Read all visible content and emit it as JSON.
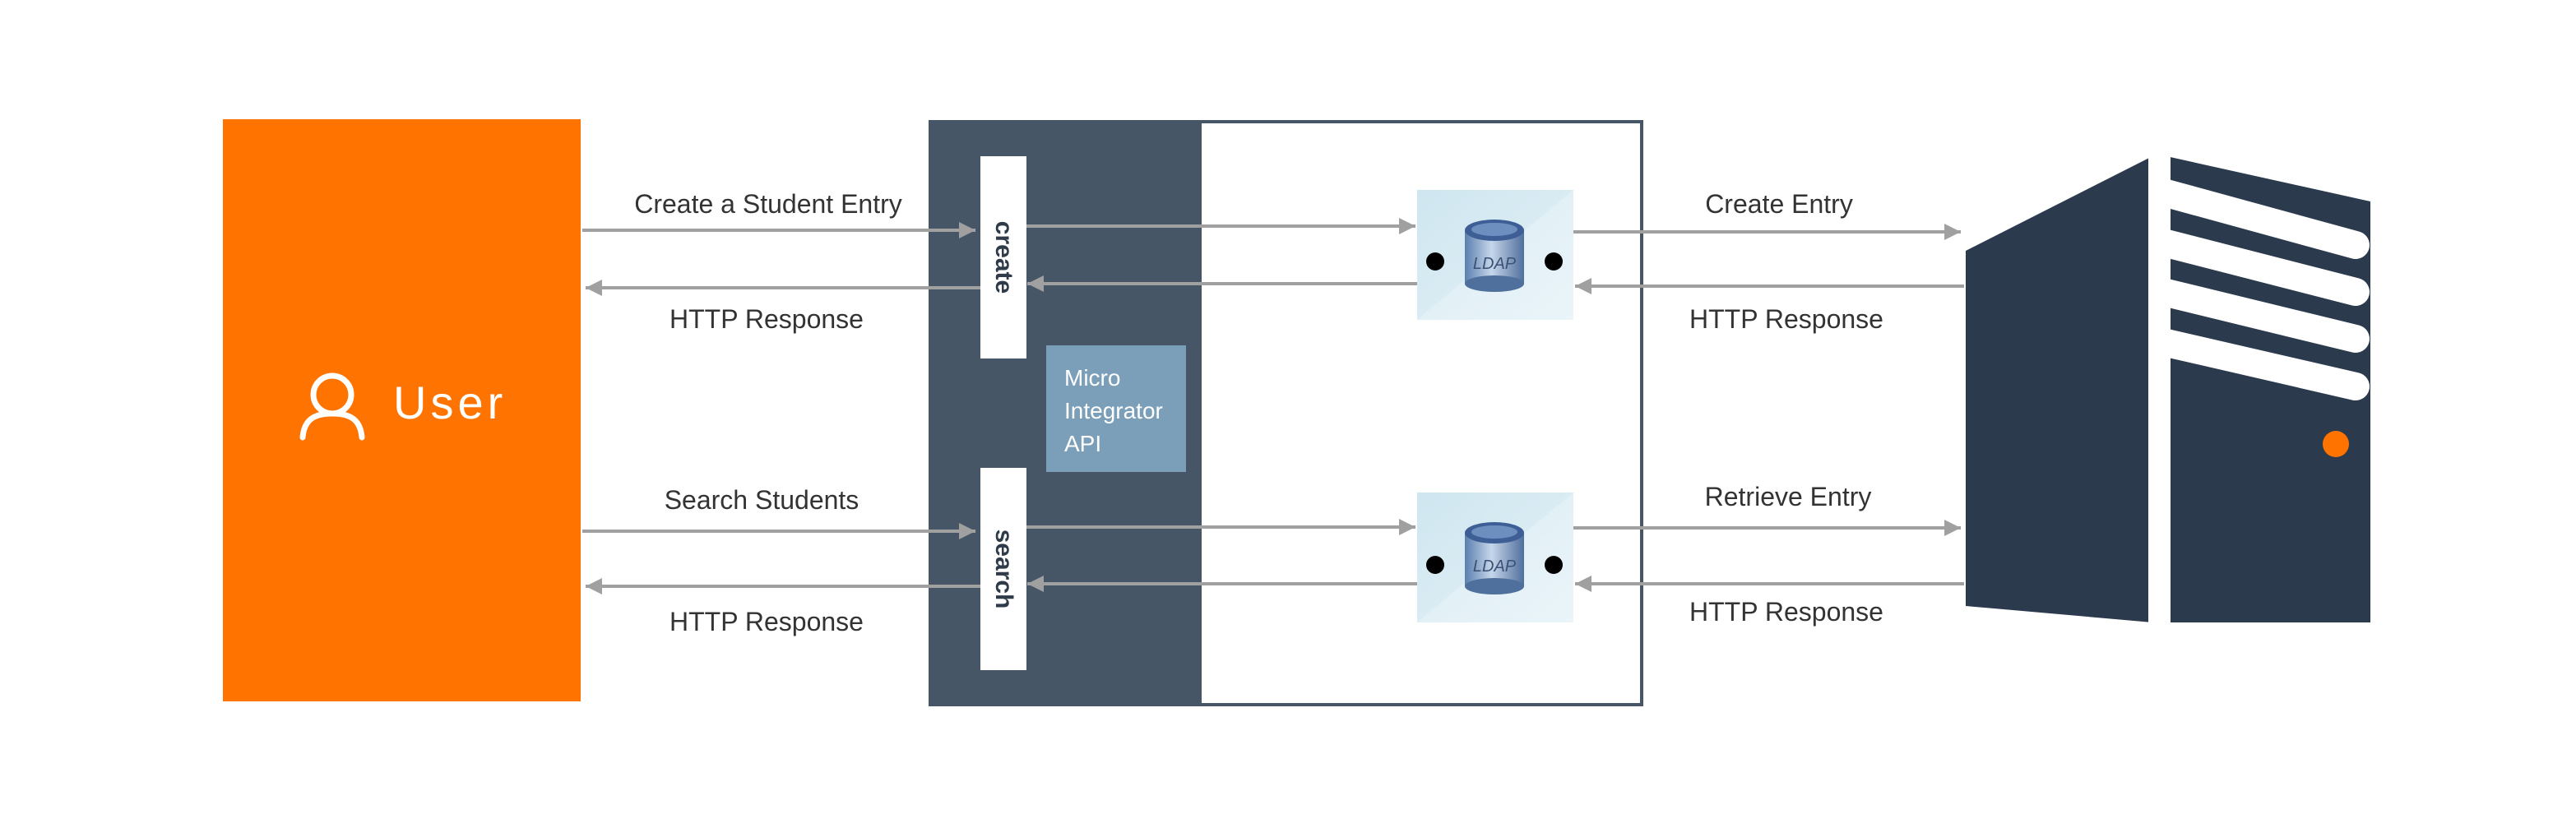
{
  "actor": {
    "label": "User",
    "icon": "user-icon"
  },
  "api": {
    "label_lines": [
      "Micro",
      "Integrator",
      "API"
    ],
    "resources": [
      "create",
      "search"
    ]
  },
  "connectors": [
    {
      "icon": "ldap-connector-icon",
      "text": "LDAP"
    },
    {
      "icon": "ldap-connector-icon",
      "text": "LDAP"
    }
  ],
  "server": {
    "icon": "server-icon"
  },
  "flows": {
    "create_request": "Create a Student Entry",
    "create_response": "HTTP Response",
    "search_request": "Search Students",
    "search_response": "HTTP Response",
    "create_entry": "Create Entry",
    "create_entry_response": "HTTP Response",
    "retrieve_entry": "Retrieve Entry",
    "retrieve_entry_response": "HTTP Response"
  },
  "colors": {
    "user_box": "#ff7300",
    "api_panel": "#465666",
    "api_label_box": "#7b9fb8",
    "server": "#2b3a4d",
    "server_led": "#ff7300",
    "arrows": "#a0a0a0"
  }
}
